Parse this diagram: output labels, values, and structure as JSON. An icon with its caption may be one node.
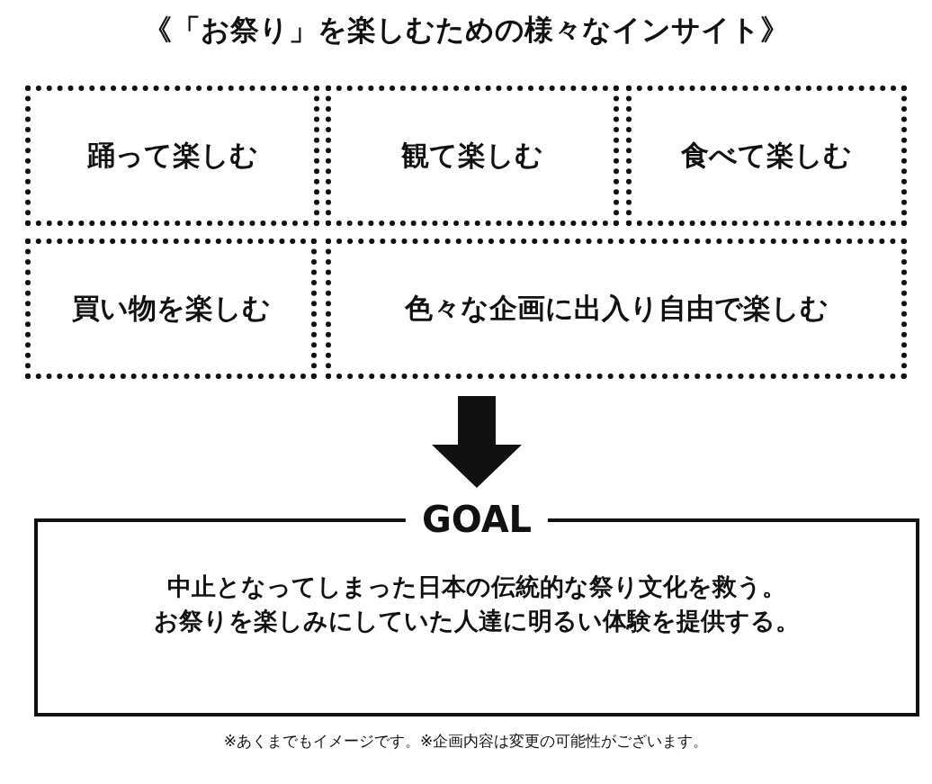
{
  "diagram": {
    "title": "《「お祭り」を楽しむための様々なインサイト》",
    "nodes": [
      {
        "text": [
          "踊って楽しむ"
        ]
      },
      {
        "text": [
          "観て楽しむ"
        ]
      },
      {
        "text": [
          "食べて楽しむ"
        ]
      },
      {
        "text": [
          "買い物を楽しむ"
        ]
      },
      {
        "text": [
          "色々な企画に出入り自由で楽しむ"
        ]
      },
      {
        "text": [
          "GOAL",
          "中止となってしまった日本の伝統的な祭り文化を救う。",
          "お祭りを楽しみにしていた人達に明るい体験を提供する。"
        ]
      }
    ],
    "edges": [
      {
        "from": null,
        "to": 5,
        "arrow": "to"
      }
    ],
    "caption": "※あくまでもイメージです。※企画内容は変更の可能性がございます。"
  }
}
